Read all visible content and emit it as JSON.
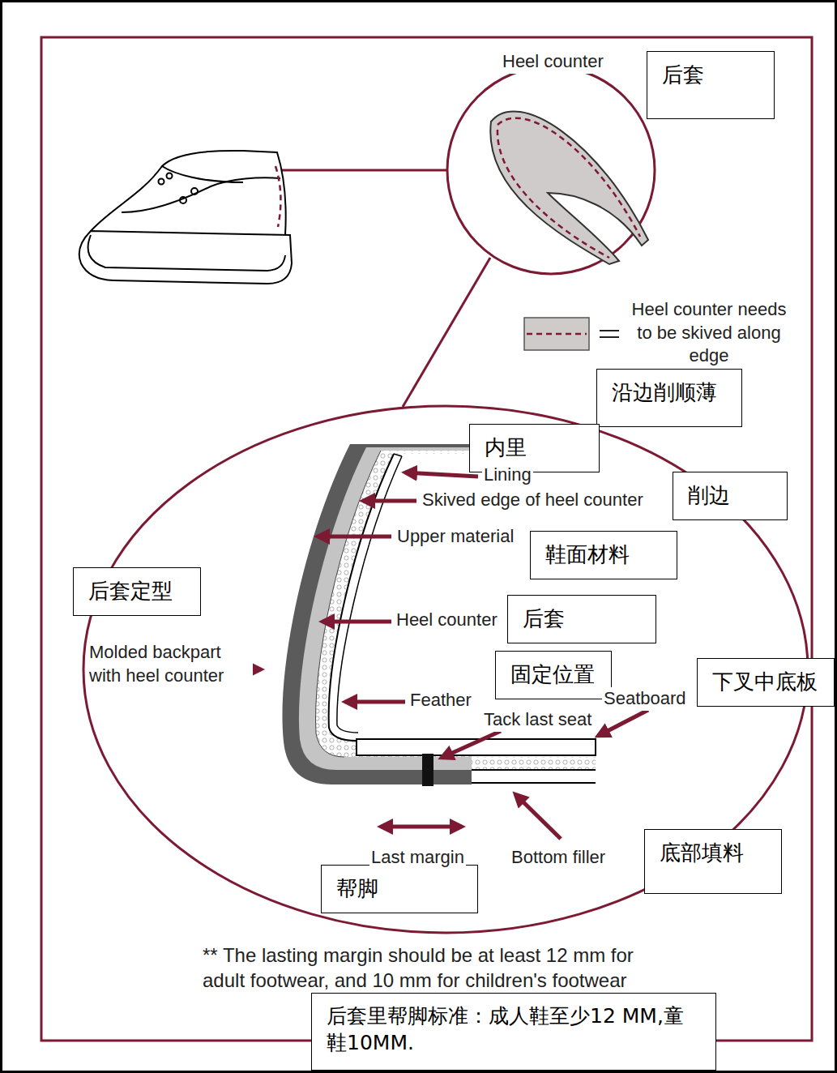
{
  "diagram": {
    "nodes": [
      {
        "text": [
          "后套"
        ]
      },
      {
        "text": [
          "沿边削顺薄"
        ]
      },
      {
        "text": [
          "内里"
        ]
      },
      {
        "text": [
          "削边"
        ]
      },
      {
        "text": [
          "鞋面材料"
        ]
      },
      {
        "text": [
          "后套定型"
        ]
      },
      {
        "text": [
          "后套"
        ]
      },
      {
        "text": [
          "固定位置"
        ]
      },
      {
        "text": [
          "下叉中底板"
        ]
      },
      {
        "text": [
          "底部填料"
        ]
      },
      {
        "text": [
          "帮脚"
        ]
      },
      {
        "text": [
          "后套里帮脚标准：成人鞋至少12 MM,童鞋10MM."
        ]
      }
    ],
    "labels": [
      "Heel counter",
      "Lining",
      "Skived edge of heel counter",
      "Upper material",
      "Heel counter",
      "Molded backpart with heel counter",
      "Feather",
      "Tack last seat",
      "Seatboard",
      "Last margin",
      "Bottom filler",
      "** The lasting margin should be at least 12 mm for adult footwear, and 10 mm for children's footwear"
    ],
    "legend": [
      {
        "text": "Heel counter needs to be skived along edge"
      }
    ]
  }
}
